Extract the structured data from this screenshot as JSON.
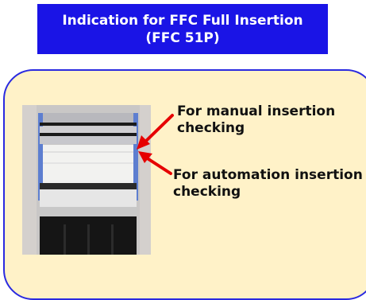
{
  "title": {
    "line1": "Indication for FFC Full Insertion",
    "line2": "(FFC  51P)"
  },
  "annotations": [
    {
      "line1": "For manual insertion",
      "line2": "checking"
    },
    {
      "line1": "For automation insertion",
      "line2": "checking"
    }
  ],
  "colors": {
    "banner": "#1a14e6",
    "panel": "#fff2c8",
    "panel_border": "#2a2ae0",
    "arrow": "#e60000"
  }
}
